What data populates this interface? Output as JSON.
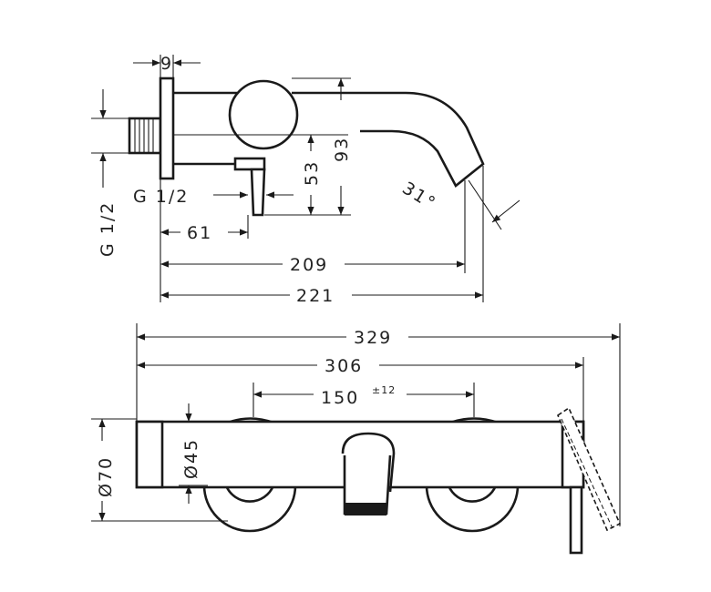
{
  "dimensions": {
    "top_width_9": "9",
    "height_93": "93",
    "height_53": "53",
    "angle_31": "31°",
    "thread_g12_side": "G 1/2",
    "thread_g12_vertical": "G 1/2",
    "len_61": "61",
    "len_209": "209",
    "len_221": "221",
    "width_329": "329",
    "width_306": "306",
    "centers_150": "150",
    "tolerance_12": "±12",
    "dia_45": "Ø45",
    "dia_70": "Ø70"
  }
}
